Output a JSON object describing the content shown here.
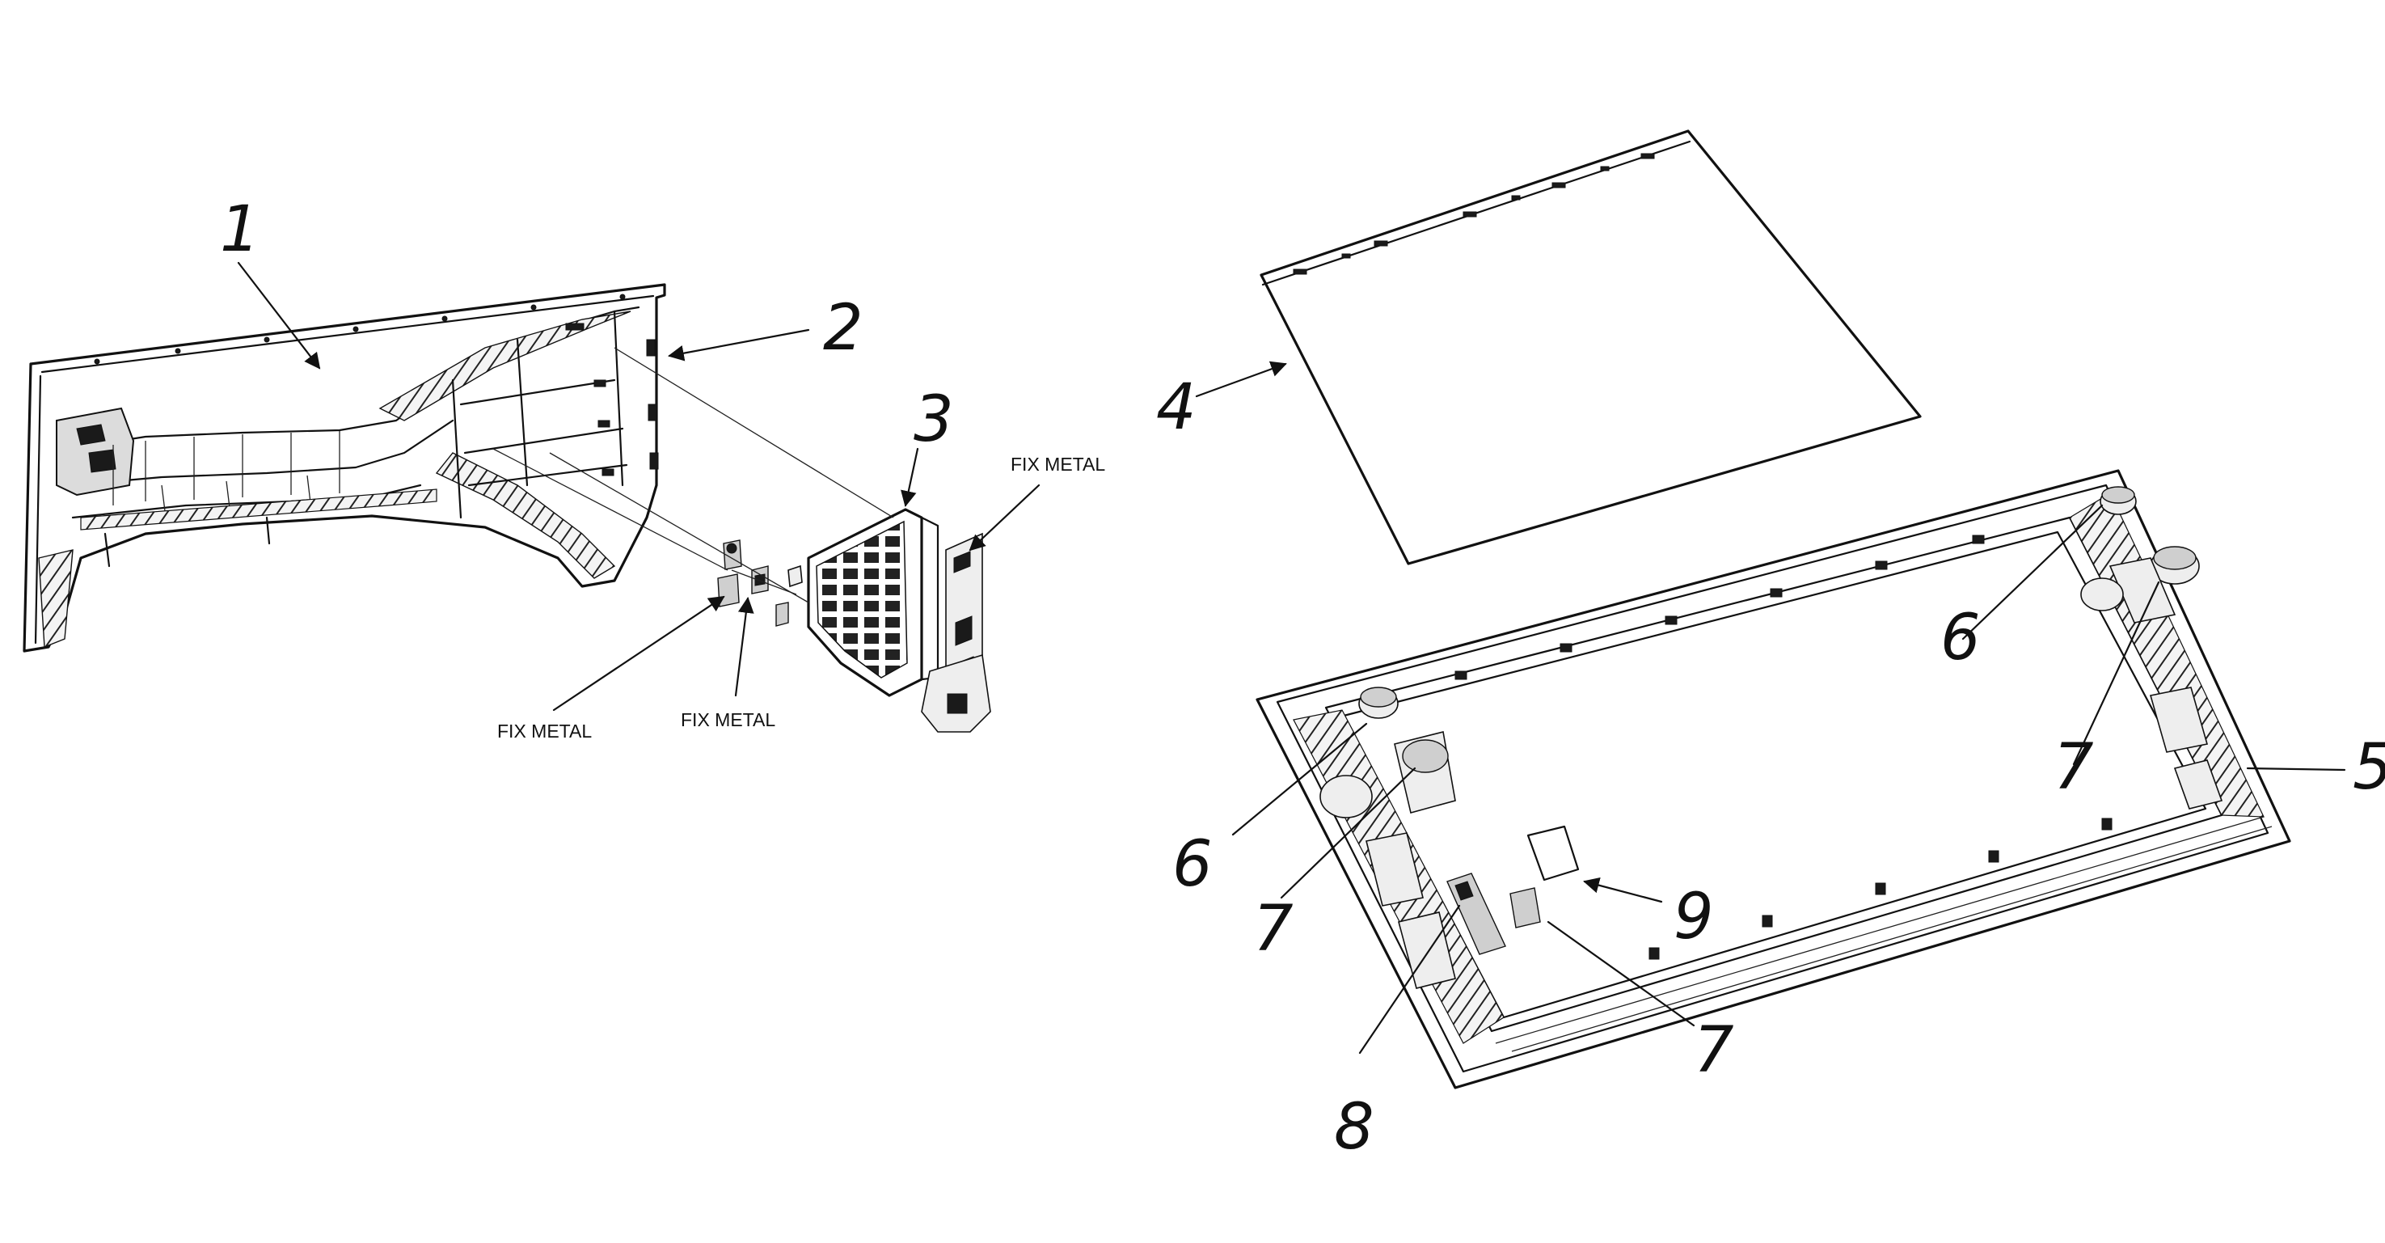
{
  "labels": {
    "n1": "1",
    "n2": "2",
    "n3": "3",
    "n4": "4",
    "n5": "5",
    "n6a": "6",
    "n6b": "6",
    "n7a": "7",
    "n7b": "7",
    "n7c": "7",
    "n8": "8",
    "n9": "9",
    "fix_metal_a": "FIX METAL",
    "fix_metal_b": "FIX METAL",
    "fix_metal_c": "FIX METAL"
  }
}
